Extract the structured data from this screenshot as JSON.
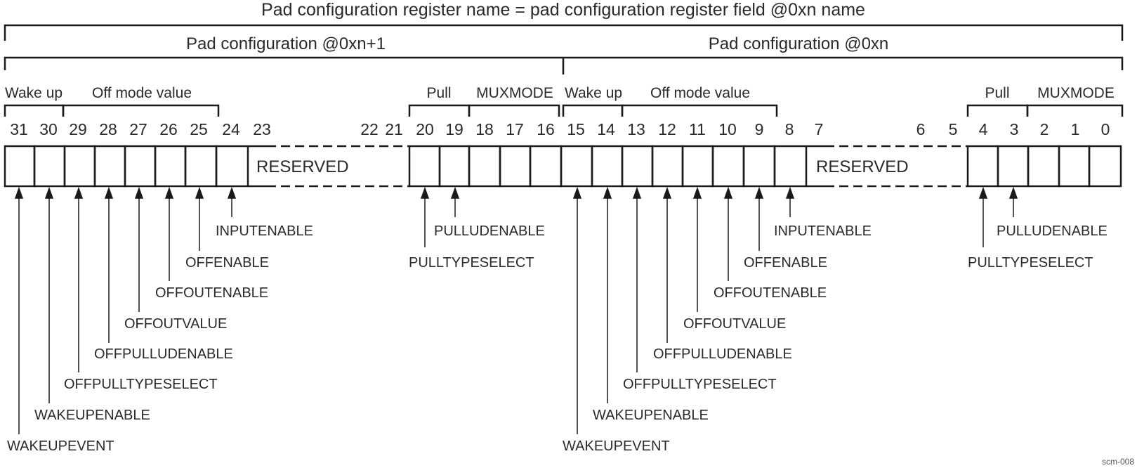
{
  "title": "Pad configuration register name = pad configuration register field @0xn name",
  "sections": [
    {
      "label": "Pad configuration @0xn+1"
    },
    {
      "label": "Pad configuration @0xn"
    }
  ],
  "group_labels": [
    {
      "label": "Wake up"
    },
    {
      "label": "Off mode value"
    },
    {
      "label": "Pull"
    },
    {
      "label": "MUXMODE"
    },
    {
      "label": "Wake up"
    },
    {
      "label": "Off mode value"
    },
    {
      "label": "Pull"
    },
    {
      "label": "MUXMODE"
    }
  ],
  "bit_numbers": [
    "31",
    "30",
    "29",
    "28",
    "27",
    "26",
    "25",
    "24",
    "23",
    "22",
    "21",
    "20",
    "19",
    "18",
    "17",
    "16",
    "15",
    "14",
    "13",
    "12",
    "11",
    "10",
    "9",
    "8",
    "7",
    "6",
    "5",
    "4",
    "3",
    "2",
    "1",
    "0"
  ],
  "reserved_label": "RESERVED",
  "fields_high": [
    {
      "name": "WAKEUPEVENT"
    },
    {
      "name": "WAKEUPENABLE"
    },
    {
      "name": "OFFPULLTYPESELECT"
    },
    {
      "name": "OFFPULLUDENABLE"
    },
    {
      "name": "OFFOUTVALUE"
    },
    {
      "name": "OFFOUTENABLE"
    },
    {
      "name": "OFFENABLE"
    },
    {
      "name": "INPUTENABLE"
    },
    {
      "name": "PULLTYPESELECT"
    },
    {
      "name": "PULLUDENABLE"
    }
  ],
  "fields_low": [
    {
      "name": "WAKEUPEVENT"
    },
    {
      "name": "WAKEUPENABLE"
    },
    {
      "name": "OFFPULLTYPESELECT"
    },
    {
      "name": "OFFPULLUDENABLE"
    },
    {
      "name": "OFFOUTVALUE"
    },
    {
      "name": "OFFOUTENABLE"
    },
    {
      "name": "OFFENABLE"
    },
    {
      "name": "INPUTENABLE"
    },
    {
      "name": "PULLTYPESELECT"
    },
    {
      "name": "PULLUDENABLE"
    }
  ],
  "figure_code": "scm-008",
  "colors": {
    "line": "#1a1a1a",
    "text": "#2a2a2a"
  }
}
